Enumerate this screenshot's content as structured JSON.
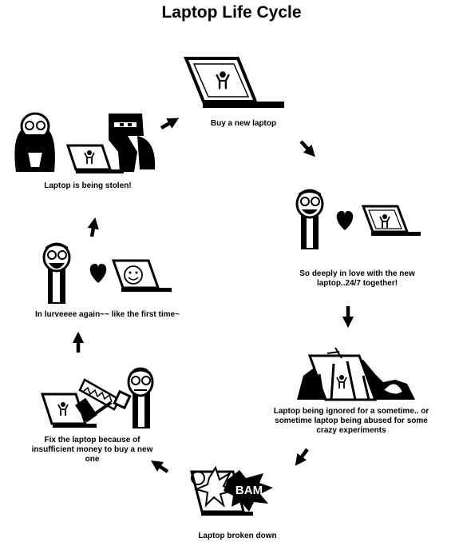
{
  "title": "Laptop Life Cycle",
  "stages": [
    {
      "label": "Buy a new laptop"
    },
    {
      "label": "So deeply in love with the new laptop..24/7 together!"
    },
    {
      "label": "Laptop being ignored for a sometime.. or sometime laptop being abused for some crazy experiments"
    },
    {
      "label": "Laptop broken down"
    },
    {
      "label": "Fix the laptop because of insufficient money to buy a new one"
    },
    {
      "label": "In lurveeee again~~ like the first time~"
    },
    {
      "label": "Laptop is being stolen!"
    }
  ],
  "comic_text": {
    "bam": "BAM"
  },
  "colors": {
    "ink": "#000000",
    "paper": "#ffffff"
  }
}
